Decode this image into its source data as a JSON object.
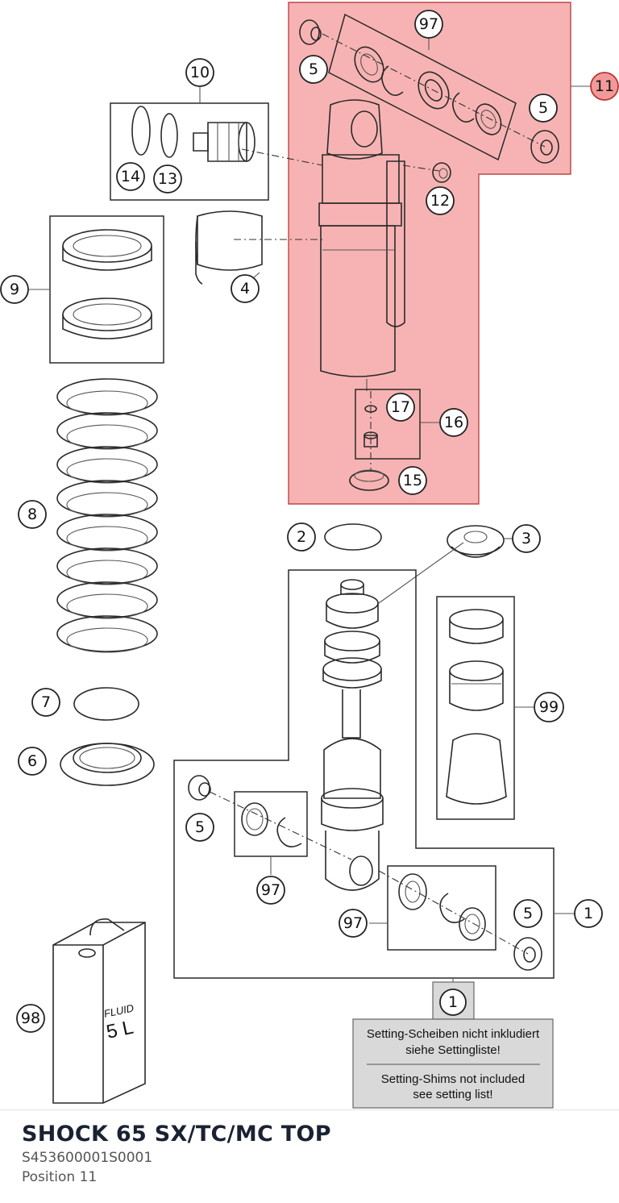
{
  "diagram": {
    "highlight_color": "#f7b3b3",
    "highlight_stroke": "#c04545",
    "callouts": [
      {
        "id": "c97-top",
        "label": "97"
      },
      {
        "id": "c5-top-left",
        "label": "5"
      },
      {
        "id": "c11",
        "label": "11",
        "highlighted": true
      },
      {
        "id": "c5-top-right",
        "label": "5"
      },
      {
        "id": "c10",
        "label": "10"
      },
      {
        "id": "c14",
        "label": "14"
      },
      {
        "id": "c13",
        "label": "13"
      },
      {
        "id": "c12",
        "label": "12"
      },
      {
        "id": "c9",
        "label": "9"
      },
      {
        "id": "c4",
        "label": "4"
      },
      {
        "id": "c17",
        "label": "17"
      },
      {
        "id": "c16",
        "label": "16"
      },
      {
        "id": "c15",
        "label": "15"
      },
      {
        "id": "c8",
        "label": "8"
      },
      {
        "id": "c2",
        "label": "2"
      },
      {
        "id": "c3",
        "label": "3"
      },
      {
        "id": "c99",
        "label": "99"
      },
      {
        "id": "c7",
        "label": "7"
      },
      {
        "id": "c6",
        "label": "6"
      },
      {
        "id": "c5-bottom-left",
        "label": "5"
      },
      {
        "id": "c97-bottom-left",
        "label": "97"
      },
      {
        "id": "c97-bottom-right",
        "label": "97"
      },
      {
        "id": "c5-bottom-right",
        "label": "5"
      },
      {
        "id": "c1-right",
        "label": "1"
      },
      {
        "id": "c1-note",
        "label": "1"
      },
      {
        "id": "c98",
        "label": "98"
      }
    ],
    "note": {
      "de_line1": "Setting-Scheiben nicht inkludiert",
      "de_line2": "siehe Settingliste!",
      "en_line1": "Setting-Shims not included",
      "en_line2": "see setting list!"
    },
    "fluid_can": {
      "label": "FLUID",
      "volume": "5 L"
    }
  },
  "footer": {
    "title": "SHOCK 65 SX/TC/MC TOP",
    "code": "S453600001S0001",
    "position": "Position 11"
  }
}
